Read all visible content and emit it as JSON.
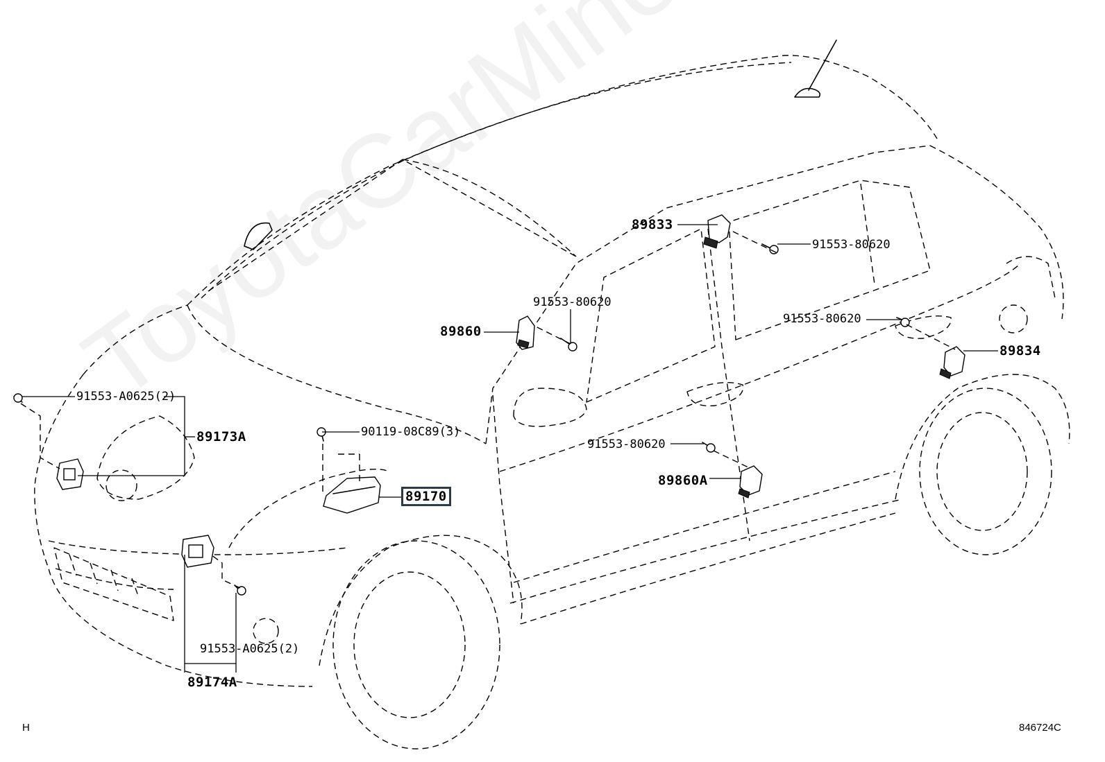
{
  "watermark": "ToyotaCarMine.ru",
  "corner_left": "H",
  "corner_right": "846724C",
  "labels": {
    "p89833": "89833",
    "p91553_80620_a": "91553-80620",
    "p91553_80620_b": "91553-80620",
    "p91553_80620_c": "91553-80620",
    "p91553_80620_d": "91553-80620",
    "p89860": "89860",
    "p89834": "89834",
    "p91553_A0625_a": "91553-A0625(2)",
    "p89173A": "89173A",
    "p90119": "90119-08C89(3)",
    "p89170": "89170",
    "p89860A": "89860A",
    "p91553_A0625_b": "91553-A0625(2)",
    "p89174A": "89174A"
  }
}
